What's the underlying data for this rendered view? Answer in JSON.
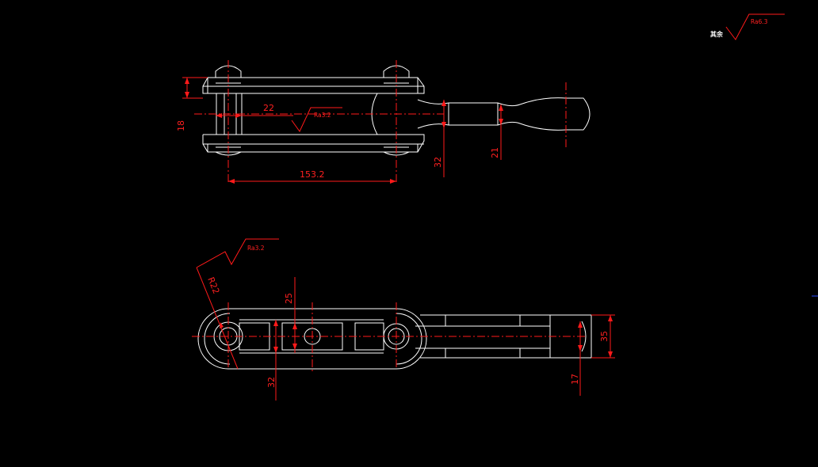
{
  "general_finish": {
    "label": "其余",
    "value": "Ra6.3"
  },
  "top_view": {
    "roughness": "Ra3.2",
    "dims": {
      "height": "18",
      "pin_offset": "22",
      "length": "153.2",
      "thickness": "32",
      "neck": "21"
    }
  },
  "bottom_view": {
    "roughness": "Ra3.2",
    "dims": {
      "radius": "R22",
      "slot": "25",
      "thickness": "32",
      "end_width": "35",
      "end_slot": "17"
    }
  },
  "colors": {
    "outline": "#ffffff",
    "annotation": "#ff1a1a",
    "background": "#000000"
  }
}
